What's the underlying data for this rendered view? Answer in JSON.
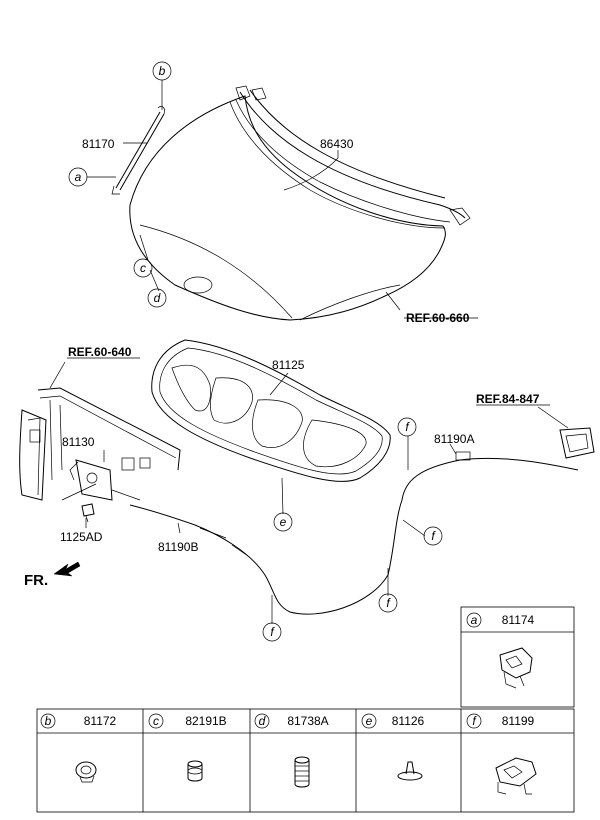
{
  "callouts": {
    "a": "a",
    "b": "b",
    "c": "c",
    "d": "d",
    "e": "e",
    "f": "f"
  },
  "labels": {
    "p81170": "81170",
    "p86430": "86430",
    "ref_60_660": "REF.60-660",
    "ref_60_640": "REF.60-640",
    "p81125": "81125",
    "ref_84_847": "REF.84-847",
    "p81130": "81130",
    "p81190a": "81190A",
    "p1125ad": "1125AD",
    "p81190b": "81190B",
    "fr": "FR."
  },
  "legend": {
    "top": {
      "letter": "a",
      "part": "81174"
    },
    "bottom": [
      {
        "letter": "b",
        "part": "81172"
      },
      {
        "letter": "c",
        "part": "82191B"
      },
      {
        "letter": "d",
        "part": "81738A"
      },
      {
        "letter": "e",
        "part": "81126"
      },
      {
        "letter": "f",
        "part": "81199"
      }
    ]
  }
}
